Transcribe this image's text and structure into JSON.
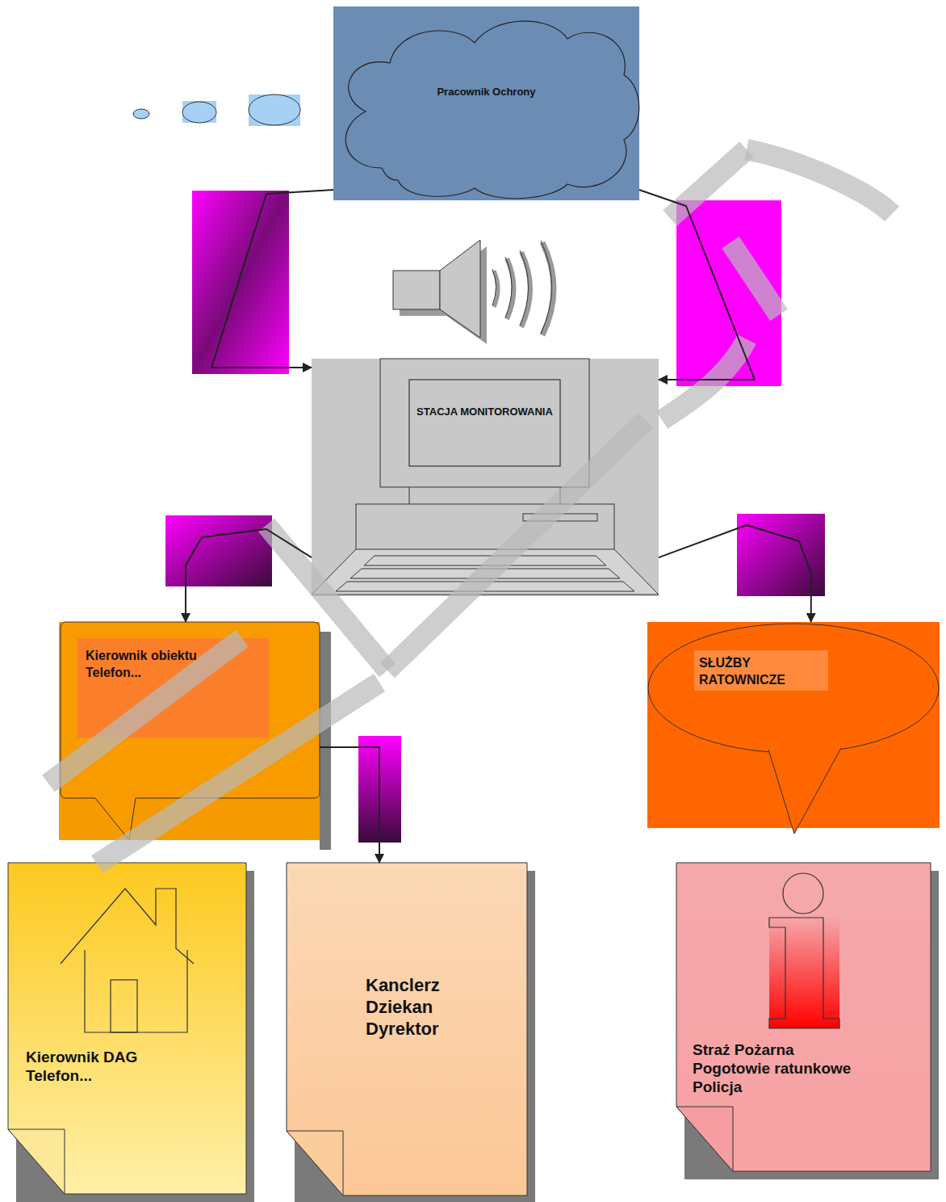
{
  "diagram": {
    "nodes": [
      {
        "text": [
          "Pracownik Ochrony"
        ]
      },
      {
        "text": [
          "STACJA MONITOROWANIA"
        ]
      },
      {
        "text": [
          "Kierownik obiektu",
          "Telefon..."
        ]
      },
      {
        "text": [
          "SŁUŻBY RATOWNICZE"
        ]
      },
      {
        "text": [
          "Kierownik DAG",
          "Telefon..."
        ]
      },
      {
        "text": [
          "Kanclerz",
          "Dziekan",
          "Dyrektor"
        ]
      },
      {
        "text": [
          "Straż Pożarna",
          "Pogotowie ratunkowe",
          "Policja"
        ]
      }
    ],
    "edges": [
      {
        "from": 0,
        "to": 1,
        "arrow": "to"
      },
      {
        "from": 0,
        "to": 1,
        "arrow": "to"
      },
      {
        "from": 1,
        "to": 2,
        "arrow": "to"
      },
      {
        "from": 1,
        "to": 3,
        "arrow": "to"
      },
      {
        "from": 2,
        "to": 5,
        "arrow": "to"
      }
    ]
  }
}
